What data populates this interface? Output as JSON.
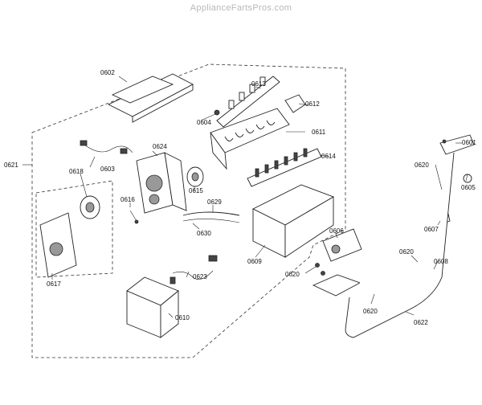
{
  "watermark": "ApplianceFarts­Pros.com",
  "labels": {
    "p0601": "0601",
    "p0602": "0602",
    "p0603": "0603",
    "p0604": "0604",
    "p0605": "0605",
    "p0606": "0606",
    "p0607": "0607",
    "p0608": "0608",
    "p0609": "0609",
    "p0610": "0610",
    "p0611": "0611",
    "p0612": "0612",
    "p0613": "0613",
    "p0614": "0614",
    "p0615": "0615",
    "p0616": "0616",
    "p0617": "0617",
    "p0618": "0618",
    "p0620a": "0620",
    "p0620b": "0620",
    "p0620c": "0620",
    "p0620d": "0620",
    "p0621": "0621",
    "p0622": "0622",
    "p0623": "0623",
    "p0624": "0624",
    "p0629": "0629",
    "p0630": "0630"
  }
}
